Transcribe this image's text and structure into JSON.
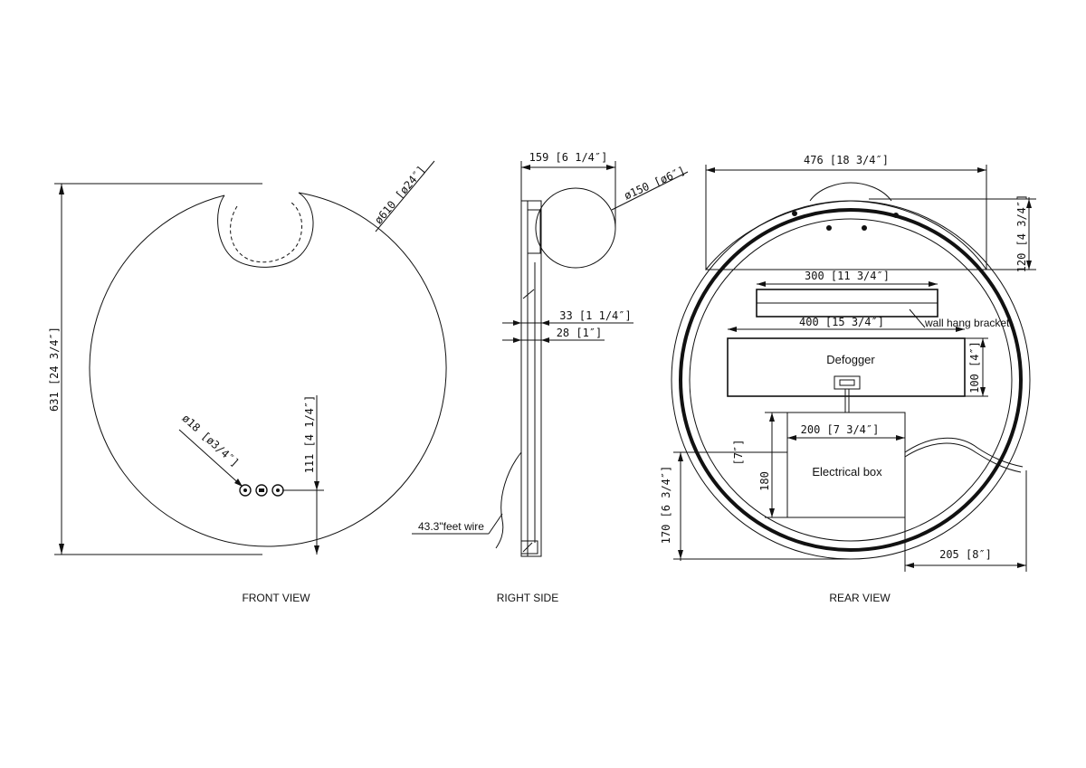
{
  "views": {
    "front": {
      "title": "FRONT VIEW",
      "dim_diameter": "ø610 [ø24″]",
      "dim_height": "631 [24 3/4″]",
      "dim_button": "ø18 [ø3/4″]",
      "dim_button_height": "111 [4 1/4″]"
    },
    "side": {
      "title": "RIGHT SIDE",
      "dim_depth_total": "159 [6 1/4″]",
      "dim_light": "ø150 [ø6″]",
      "dim_depth_33": "33 [1 1/4″]",
      "dim_depth_28": "28 [1″]",
      "wire_label": "43.3\"feet wire"
    },
    "rear": {
      "title": "REAR VIEW",
      "dim_top_width": "476 [18 3/4″]",
      "dim_top_height": "120 [4 3/4″]",
      "dim_bracket": "300 [11 3/4″]",
      "bracket_label": "wall hang bracket",
      "dim_defogger_width": "400 [15 3/4″]",
      "defogger_label": "Defogger",
      "dim_defogger_height": "100 [4″]",
      "dim_box_width": "200 [7 3/4″]",
      "box_label": "Electrical box",
      "dim_box_height_mm": "180",
      "dim_box_height_in": "[7″]",
      "dim_bottom_height": "170 [6 3/4″]",
      "dim_bottom_width": "205 [8″]"
    }
  }
}
